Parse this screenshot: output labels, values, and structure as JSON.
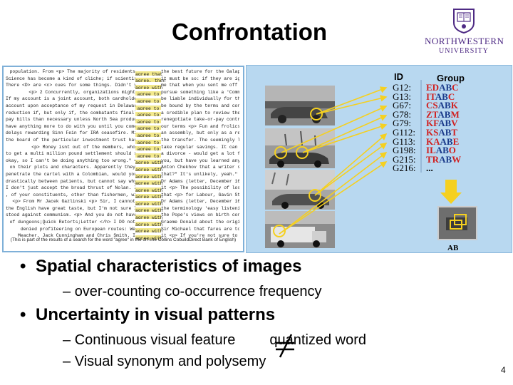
{
  "slide": {
    "title": "Confrontation",
    "page_number": "4"
  },
  "logo": {
    "name": "NORTHWESTERN",
    "sub": "UNIVERSITY"
  },
  "concordance": {
    "keyword": "agree",
    "rows": [
      [
        "population. From <p> The majority of residents",
        "agree that",
        "the best future for the Galapagos islands"
      ],
      [
        "Science has become a kind of cliche; if scientists",
        "agree, then",
        "it must be so: if they are ignorant, we are"
      ],
      [
        "There <D> are <c> cues for some things. Didn't you",
        "agree with",
        "me that when you sent me off for mine?\" <p> Mine!\""
      ],
      [
        "<p> 2 Concurrently, organizations might",
        "agree to",
        "pursue something like a 'Community Banking"
      ],
      [
        "If my account is a joint account, both cardholders",
        "agree to",
        "be liable individually for the entire amount"
      ],
      [
        "account upon acceptance of my request in Delaware. I",
        "agree to",
        "be bound by the terms and conditions of the"
      ],
      [
        "reduction if, but only if, the combatants finally",
        "agree to",
        "a credible plan to review the federal defic"
      ],
      [
        "pay bills than necessary unless North Sea producers",
        "agree to",
        "renegotiate take-or-pay contracts with British"
      ],
      [
        "have anything more to do with you until you come and",
        "agree to",
        "our terms <p> Fun and frolics with Kornpoldi"
      ],
      [
        "delays rewarding Sinn Fein for IRA ceasefire. Might",
        "agree to",
        "an assembly, but only as a result of all-party"
      ],
      [
        "the board of the particular investment trust has to",
        "agree to",
        "the transfer. The seemingly less important"
      ],
      [
        "<p> Money isnt out of the members, who",
        "agree to",
        "take regular savings. It can be as little as a"
      ],
      [
        "to get a multi million pound settlement should she",
        "agree to",
        "a divorce - would get a lot for her money in"
      ],
      [
        "okay, so I can't be doing anything too wrong.\" <p> I",
        "agree with",
        "you, but have you learned anything during"
      ],
      [
        "on their plots and characters. Apparently they",
        "agree with",
        "Anton Chekhov that a writer should not judge"
      ],
      [
        "penetrate the cartel with a Colombian, would you",
        "agree with",
        "that?\" It's unlikely, yeah.\" About as likely"
      ],
      [
        "drastically between patients, but cannot say why. I",
        "agree with",
        "Dr Adams (letter, December 16; see also"
      ],
      [
        "I don't just accept the broad thrust of Nolan. I",
        "agree with",
        "it <p> The possibility of losing the vote,"
      ],
      [
        ", of your constituents, other than fishermen, will",
        "agree with",
        "that <p> for Labour, Gavin Strang, the Shadow"
      ],
      [
        "<p> From Mr Jacek Gazlinski <p> Sir, I cannot",
        "agree with",
        "Dr Adams (letter, December 16; see also"
      ],
      [
        "the English have great taste, but I'm not sure I",
        "agree with",
        "the terminology 'easy listening', the way you"
      ],
      [
        "stood against communism. <p> And you do not have to",
        "agree with",
        "the Pope's views on birth control in order to"
      ],
      [
        "of dungeons;Quick Retorts;Letter </h> I DO not",
        "agree with",
        "Graeme Donald about the origin of the word"
      ],
      [
        "denied profiteering on European routes: We",
        "agree with",
        "Sir Michael that fares are too high. But"
      ],
      [
        "Meacher, Jack Cunningham and Chris Smith. I",
        "agree with",
        "it <p> If you're not sure to know"
      ]
    ],
    "caption": "(This is part of the results of a search for the word \"agree\" in the on-line Collins CobuildDirect Bank of English)"
  },
  "table": {
    "id_header": "ID",
    "group_header": "Group",
    "ids": [
      "G12:",
      "G13:",
      "G67:",
      "G78:",
      "G79:",
      "G112:",
      "G113:",
      "G198:",
      "G215:",
      "G216:"
    ],
    "groups": [
      "EDABC",
      "ITABC",
      "CSABK",
      "ZTABM",
      "KFABV",
      "KSABT",
      "KAABE",
      "ILABO",
      "TRABW",
      "..."
    ],
    "result_label": "AB"
  },
  "bullets": [
    {
      "level": 1,
      "text": "Spatial characteristics of images"
    },
    {
      "level": 2,
      "text": "over-counting co-occurrence frequency"
    },
    {
      "level": 1,
      "text": "Uncertainty in visual patterns"
    },
    {
      "level": 2,
      "text": "Continuous visual feature",
      "text_after": "quantized word"
    },
    {
      "level": 2,
      "text": "Visual synonym and polysemy"
    }
  ],
  "colors": {
    "panel_bg": "#b8d8f0",
    "highlight": "#f3e98c",
    "arrow": "#f5d020",
    "red_group": "#d02020",
    "brand_purple": "#4e2a84"
  }
}
